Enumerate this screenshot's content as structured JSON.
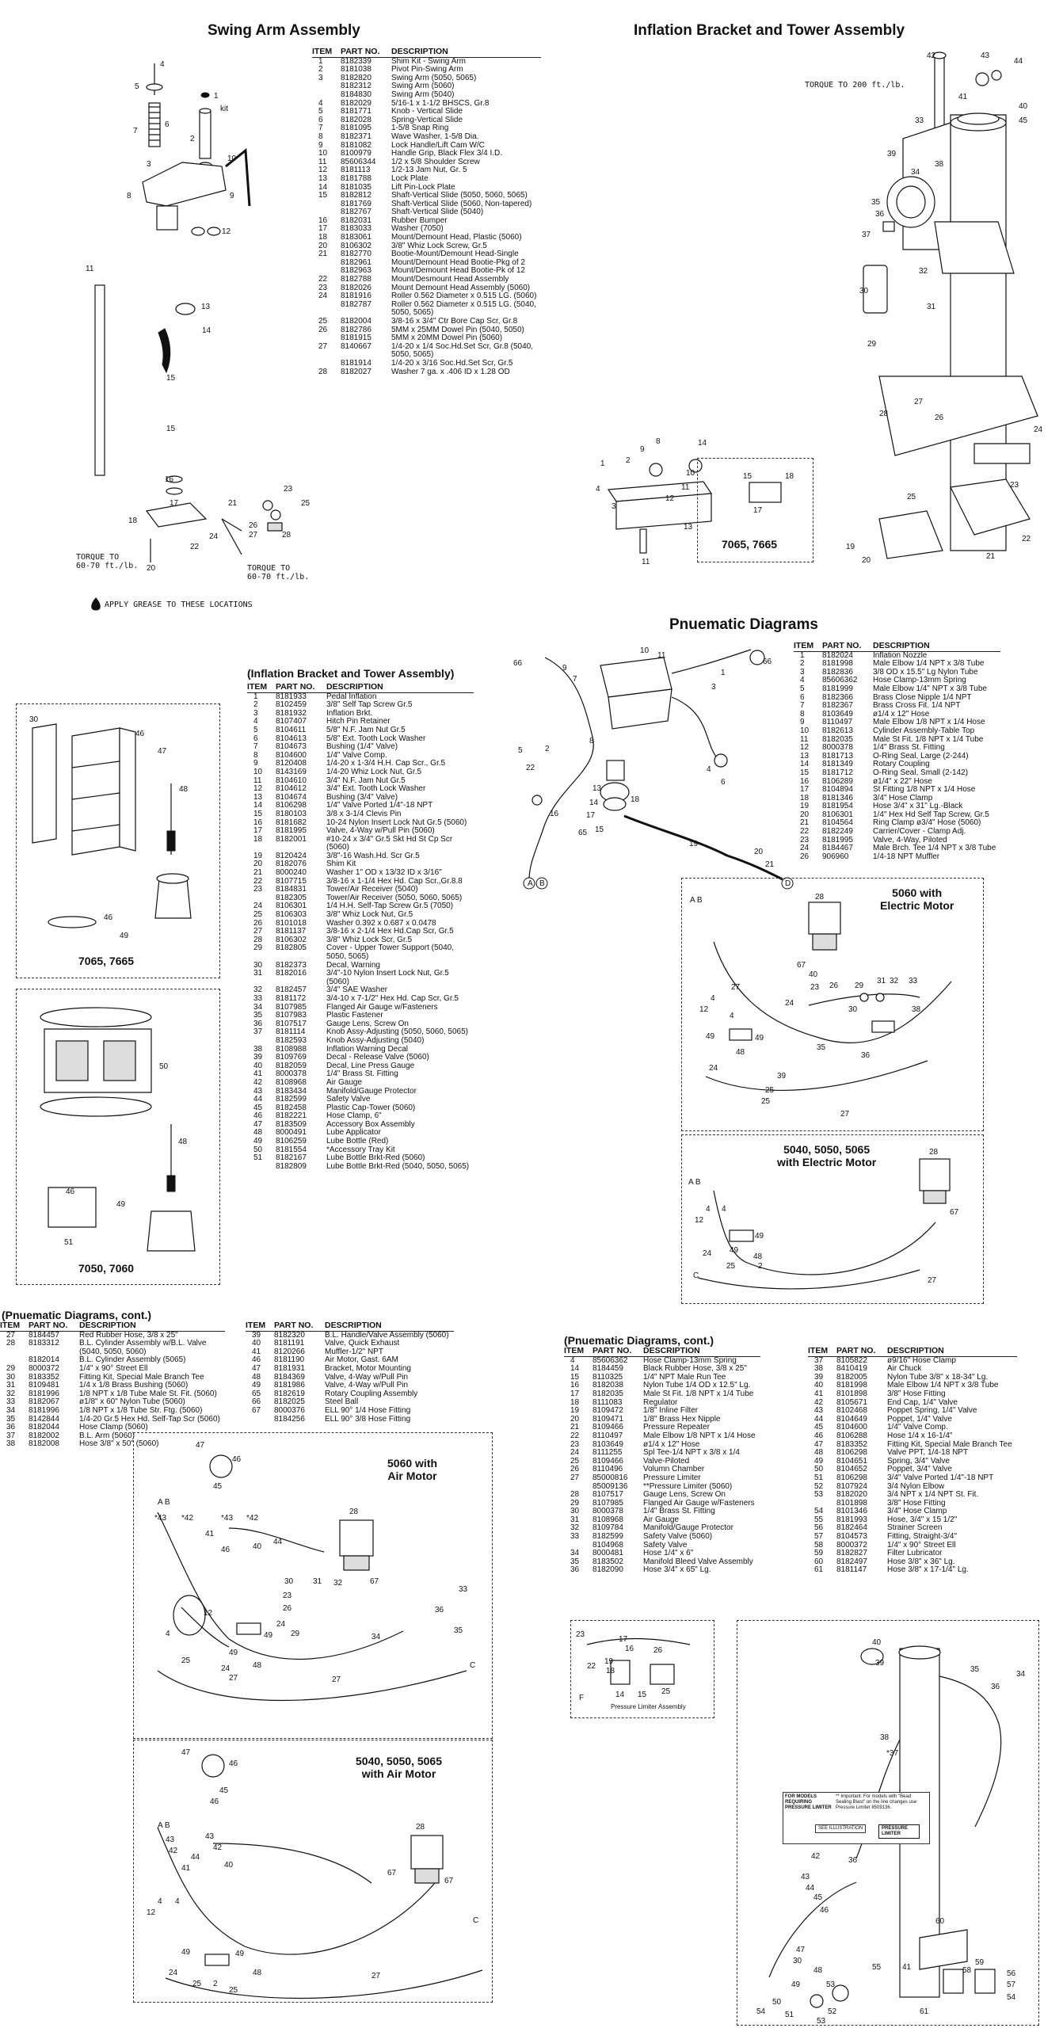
{
  "titles": {
    "swing_arm": "Swing Arm Assembly",
    "inflation_tower": "Inflation Bracket and Tower Assembly",
    "pneumatic": "Pnuematic Diagrams",
    "inflation_table_title": "(Inflation Bracket and Tower Assembly)",
    "pneu_cont_left": "(Pnuematic Diagrams, cont.)",
    "pneu_cont_right": "(Pnuematic Diagrams, cont.)"
  },
  "headers": {
    "item": "ITEM",
    "part": "PART NO.",
    "desc": "DESCRIPTION"
  },
  "notes": {
    "torque_tower": "TORQUE TO 200 ft./lb.",
    "torque_a": "TORQUE TO\n60-70 ft./lb.",
    "torque_b": "TORQUE TO\n60-70 ft./lb.",
    "grease": "APPLY GREASE TO THESE LOCATIONS",
    "kit": "kit",
    "pressure_limiter_assembly": "Pressure Limiter Assembly",
    "pl_note_head": "FOR MODELS REQUIRING PRESSURE LIMITER",
    "pl_note_body": "** Important: For models with \"Bead Sealing Blast\" on the line changes use Pressure Limiter 8509136.",
    "see_illustration": "SEE ILLUSTRATION",
    "pressure_limiter": "PRESSURE LIMITER"
  },
  "captions": {
    "c7065": "7065, 7665",
    "c7065b": "7065, 7665",
    "c7050": "7050, 7060",
    "c5060e": "5060 with\nElectric Motor",
    "c5040e": "5040, 5050, 5065\nwith Electric Motor",
    "c5060a": "5060 with\nAir Motor",
    "c5040a": "5040, 5050, 5065\nwith Air Motor"
  },
  "swing_arm_parts": [
    [
      "1",
      "8182339",
      "Shim Kit - Swing Arm"
    ],
    [
      "2",
      "8181038",
      "Pivot Pin-Swing Arm"
    ],
    [
      "3",
      "8182820",
      "Swing Arm (5050, 5065)"
    ],
    [
      "",
      "8182312",
      "Swing Arm (5060)"
    ],
    [
      "",
      "8184830",
      "Swing Arm (5040)"
    ],
    [
      "4",
      "8182029",
      "5/16-1 x 1-1/2 BHSCS, Gr.8"
    ],
    [
      "5",
      "8181771",
      "Knob - Vertical Slide"
    ],
    [
      "6",
      "8182028",
      "Spring-Vertical Slide"
    ],
    [
      "7",
      "8181095",
      "1-5/8 Snap Ring"
    ],
    [
      "8",
      "8182371",
      "Wave Washer, 1-5/8 Dia."
    ],
    [
      "9",
      "8181082",
      "Lock Handle/Lift Cam W/C"
    ],
    [
      "10",
      "8100979",
      "Handle Grip, Black Flex 3/4 I.D."
    ],
    [
      "11",
      "85606344",
      "1/2 x 5/8 Shoulder Screw"
    ],
    [
      "12",
      "8181113",
      "1/2-13 Jam Nut, Gr. 5"
    ],
    [
      "13",
      "8181788",
      "Lock Plate"
    ],
    [
      "14",
      "8181035",
      "Lift Pin-Lock Plate"
    ],
    [
      "15",
      "8182812",
      "Shaft-Vertical Slide (5050, 5060, 5065)"
    ],
    [
      "",
      "8181769",
      "Shaft-Vertical Slide (5060, Non-tapered)"
    ],
    [
      "",
      "8182767",
      "Shaft-Vertical Slide (5040)"
    ],
    [
      "16",
      "8182031",
      "Rubber Bumper"
    ],
    [
      "17",
      "8183033",
      "Washer (7050)"
    ],
    [
      "18",
      "8183061",
      "Mount/Demount Head, Plastic (5060)"
    ],
    [
      "20",
      "8106302",
      "3/8\" Whiz Lock Screw, Gr.5"
    ],
    [
      "21",
      "8182770",
      "Bootie-Mount/Demount Head-Single"
    ],
    [
      "",
      "8182961",
      "Mount/Demount Head Bootie-Pkg of 2"
    ],
    [
      "",
      "8182963",
      "Mount/Demount Head Bootie-Pk of 12"
    ],
    [
      "22",
      "8182788",
      "Mount/Desmount Head Assembly"
    ],
    [
      "23",
      "8182026",
      "Mount Demount Head Assembly (5060)"
    ],
    [
      "24",
      "8181916",
      "Roller 0.562 Diameter x 0.515 LG. (5060)"
    ],
    [
      "",
      "8182787",
      "Roller 0.562 Diameter x 0.515 LG. (5040,"
    ],
    [
      "",
      "",
      "5050, 5065)"
    ],
    [
      "25",
      "8182004",
      "3/8-16 x 3/4\" Ctr Bore Cap Scr, Gr.8"
    ],
    [
      "26",
      "8182786",
      "5MM x 25MM Dowel Pin (5040, 5050)"
    ],
    [
      "",
      "8181915",
      "5MM x 20MM Dowel Pin (5060)"
    ],
    [
      "27",
      "8140667",
      "1/4-20 x 1/4 Soc.Hd.Set Scr, Gr.8 (5040,"
    ],
    [
      "",
      "",
      "5050, 5065)"
    ],
    [
      "",
      "8181914",
      "1/4-20 x 3/16 Soc.Hd.Set Scr, Gr.5"
    ],
    [
      "28",
      "8182027",
      "Washer 7 ga. x .406 ID x 1.28 OD"
    ]
  ],
  "inflation_parts": [
    [
      "1",
      "8181933",
      "Pedal Inflation"
    ],
    [
      "2",
      "8102459",
      "3/8\" Self Tap Screw Gr.5"
    ],
    [
      "3",
      "8181932",
      "Inflation Brkt."
    ],
    [
      "4",
      "8107407",
      "Hitch Pin Retainer"
    ],
    [
      "5",
      "8104611",
      "5/8\" N.F. Jam Nut Gr.5"
    ],
    [
      "6",
      "8104613",
      "5/8\" Ext. Tooth Lock Washer"
    ],
    [
      "7",
      "8104673",
      "Bushing (1/4\" Valve)"
    ],
    [
      "8",
      "8104600",
      "1/4\" Valve Comp."
    ],
    [
      "9",
      "8120408",
      "1/4-20 x 1-3/4 H.H. Cap Scr., Gr.5"
    ],
    [
      "10",
      "8143169",
      "1/4-20 Whiz Lock Nut, Gr.5"
    ],
    [
      "11",
      "8104610",
      "3/4\" N.F. Jam Nut Gr.5"
    ],
    [
      "12",
      "8104612",
      "3/4\" Ext. Tooth Lock Washer"
    ],
    [
      "13",
      "8104674",
      "Bushing (3/4\" Valve)"
    ],
    [
      "14",
      "8106298",
      "1/4\" Valve Ported 1/4\"-18 NPT"
    ],
    [
      "15",
      "8180103",
      "3/8 x 3-1/4 Clevis Pin"
    ],
    [
      "16",
      "8181682",
      "10-24 Nylon Insert Lock Nut Gr.5 (5060)"
    ],
    [
      "17",
      "8181995",
      "Valve, 4-Way w/Pull Pin (5060)"
    ],
    [
      "18",
      "8182001",
      "#10-24 x 3/4\" Gr.5 Skt Hd St Cp Scr"
    ],
    [
      "",
      "",
      "(5060)"
    ],
    [
      "19",
      "8120424",
      "3/8\"-16 Wash.Hd. Scr Gr.5"
    ],
    [
      "20",
      "8182076",
      "Shim Kit"
    ],
    [
      "21",
      "8000240",
      "Washer 1\" OD x 13/32 ID x 3/16\""
    ],
    [
      "22",
      "8107715",
      "3/8-16 x 1-1/4 Hex Hd. Cap Scr.,Gr.8.8"
    ],
    [
      "23",
      "8184831",
      "Tower/Air Receiver (5040)"
    ],
    [
      "",
      "8182305",
      "Tower/Air Receiver (5050, 5060, 5065)"
    ],
    [
      "24",
      "8106301",
      "1/4 H.H. Self-Tap Screw Gr.5 (7050)"
    ],
    [
      "25",
      "8106303",
      "3/8\" Whiz Lock Nut, Gr.5"
    ],
    [
      "26",
      "8101018",
      "Washer 0.392 x 0.687 x 0.0478"
    ],
    [
      "27",
      "8181137",
      "3/8-16 x 2-1/4 Hex Hd.Cap Scr, Gr.5"
    ],
    [
      "28",
      "8106302",
      "3/8\" Whiz Lock Scr, Gr.5"
    ],
    [
      "29",
      "8182805",
      "Cover - Upper Tower Support (5040,"
    ],
    [
      "",
      "",
      "5050, 5065)"
    ],
    [
      "30",
      "8182373",
      "Decal, Warning"
    ],
    [
      "31",
      "8182016",
      "3/4\"-10 Nylon Insert Lock Nut, Gr.5"
    ],
    [
      "",
      "",
      "(5060)"
    ],
    [
      "32",
      "8182457",
      "3/4\" SAE Washer"
    ],
    [
      "33",
      "8181172",
      "3/4-10 x 7-1/2\" Hex Hd. Cap Scr, Gr.5"
    ],
    [
      "34",
      "8107985",
      "Flanged Air Gauge w/Fasteners"
    ],
    [
      "35",
      "8107983",
      "Plastic Fastener"
    ],
    [
      "36",
      "8107517",
      "Gauge Lens, Screw On"
    ],
    [
      "37",
      "8181114",
      "Knob Assy-Adjusting (5050, 5060, 5065)"
    ],
    [
      "",
      "8182593",
      "Knob Assy-Adjusting (5040)"
    ],
    [
      "38",
      "8108988",
      "Inflation Warning Decal"
    ],
    [
      "39",
      "8109769",
      "Decal - Release Valve (5060)"
    ],
    [
      "40",
      "8182059",
      "Decal, Line Press Gauge"
    ],
    [
      "41",
      "8000378",
      "1/4\" Brass St. Fitting"
    ],
    [
      "42",
      "8108968",
      "Air Gauge"
    ],
    [
      "43",
      "8183434",
      "Manifold/Gauge Protector"
    ],
    [
      "44",
      "8182599",
      "Safety Valve"
    ],
    [
      "45",
      "8182458",
      "Plastic Cap-Tower (5060)"
    ],
    [
      "46",
      "8182221",
      "Hose Clamp, 6\""
    ],
    [
      "47",
      "8183509",
      "Accessory Box Assembly"
    ],
    [
      "48",
      "8000491",
      "Lube Applicator"
    ],
    [
      "49",
      "8106259",
      "Lube Bottle (Red)"
    ],
    [
      "50",
      "8181554",
      "*Accessory Tray Kit"
    ],
    [
      "51",
      "8182167",
      "Lube Bottle Brkt-Red (5060)"
    ],
    [
      "",
      "8182809",
      "Lube Bottle Brkt-Red (5040, 5050, 5065)"
    ]
  ],
  "pneumatic_parts": [
    [
      "1",
      "8182024",
      "Inflation Nozzle"
    ],
    [
      "2",
      "8181998",
      "Male Elbow 1/4 NPT x 3/8 Tube"
    ],
    [
      "3",
      "8182836",
      "3/8 OD x 15.5\" Lg Nylon Tube"
    ],
    [
      "4",
      "85606362",
      "Hose Clamp-13mm Spring"
    ],
    [
      "5",
      "8181999",
      "Male Elbow 1/4\" NPT x 3/8 Tube"
    ],
    [
      "6",
      "8182366",
      "Brass Close Nipple 1/4 NPT"
    ],
    [
      "7",
      "8182367",
      "Brass Cross Fit. 1/4 NPT"
    ],
    [
      "8",
      "8103649",
      "ø1/4 x 12\" Hose"
    ],
    [
      "9",
      "8110497",
      "Male Elbow 1/8 NPT x 1/4 Hose"
    ],
    [
      "10",
      "8182613",
      "Cylinder Assembly-Table Top"
    ],
    [
      "11",
      "8182035",
      "Male St Fit. 1/8 NPT x 1/4 Tube"
    ],
    [
      "12",
      "8000378",
      "1/4\" Brass St. Fitting"
    ],
    [
      "13",
      "8181713",
      "O-Ring Seal, Large (2-244)"
    ],
    [
      "14",
      "8181349",
      "Rotary Coupling"
    ],
    [
      "15",
      "8181712",
      "O-Ring Seal, Small (2-142)"
    ],
    [
      "16",
      "8106289",
      "ø1/4\" x 22\" Hose"
    ],
    [
      "17",
      "8104894",
      "St Fitting 1/8 NPT x 1/4 Hose"
    ],
    [
      "18",
      "8181346",
      "3/4\" Hose Clamp"
    ],
    [
      "19",
      "8181954",
      "Hose 3/4\" x 31\" Lg.-Black"
    ],
    [
      "20",
      "8106301",
      "1/4\" Hex Hd Self Tap Screw, Gr.5"
    ],
    [
      "21",
      "8104564",
      "Ring Clamp ø3/4\" Hose (5060)"
    ],
    [
      "22",
      "8182249",
      "Carrier/Cover - Clamp Adj."
    ],
    [
      "23",
      "8181995",
      "Valve, 4-Way, Piloted"
    ],
    [
      "24",
      "8184467",
      "Male Brch. Tee 1/4 NPT x 3/8 Tube"
    ],
    [
      "26",
      "906960",
      "1/4-18 NPT Muffler"
    ]
  ],
  "pneu_cont_left_a": [
    [
      "27",
      "8184457",
      "Red Rubber Hose, 3/8 x 25\""
    ],
    [
      "28",
      "8183312",
      "B.L. Cylinder Assembly w/B.L. Valve"
    ],
    [
      "",
      "",
      "(5040, 5050, 5060)"
    ],
    [
      "",
      "8182014",
      "B.L. Cylinder Assembly (5065)"
    ],
    [
      "29",
      "8000372",
      "1/4\" x 90° Street Ell"
    ],
    [
      "30",
      "8183352",
      "Fitting Kit, Special Male Branch Tee"
    ],
    [
      "31",
      "8109481",
      "1/4 x 1/8 Brass Bushing (5060)"
    ],
    [
      "32",
      "8181996",
      "1/8 NPT x 1/8 Tube Male St. Fit. (5060)"
    ],
    [
      "33",
      "8182067",
      "ø1/8\" x 60\" Nylon Tube (5060)"
    ],
    [
      "34",
      "8181996",
      "1/8 NPT x 1/8 Tube Str. Ftg. (5060)"
    ],
    [
      "35",
      "8142844",
      "1/4-20 Gr.5 Hex Hd. Self-Tap Scr (5060)"
    ],
    [
      "36",
      "8182044",
      "Hose Clamp (5060)"
    ],
    [
      "37",
      "8182002",
      "B.L. Arm (5060)"
    ],
    [
      "38",
      "8182008",
      "Hose 3/8\" x 50\" (5060)"
    ]
  ],
  "pneu_cont_left_b": [
    [
      "39",
      "8182320",
      "B.L. Handle/Valve Assembly (5060)"
    ],
    [
      "40",
      "8181191",
      "Valve, Quick Exhaust"
    ],
    [
      "41",
      "8120266",
      "Muffler-1/2\" NPT"
    ],
    [
      "46",
      "8181190",
      "Air Motor, Gast. 6AM"
    ],
    [
      "47",
      "8181931",
      "Bracket, Motor Mounting"
    ],
    [
      "48",
      "8184369",
      "Valve, 4-Way w/Pull Pin"
    ],
    [
      "49",
      "8181986",
      "Valve, 4-Way w/Pull Pin"
    ],
    [
      "65",
      "8182619",
      "Rotary Coupling Assembly"
    ],
    [
      "66",
      "8182025",
      "Steel Ball"
    ],
    [
      "67",
      "8000376",
      "ELL 90° 1/4 Hose Fitting"
    ],
    [
      "",
      "8184256",
      "ELL 90° 3/8 Hose Fitting"
    ]
  ],
  "pneu_cont_right_a": [
    [
      "4",
      "85606362",
      "Hose Clamp-13mm Spring"
    ],
    [
      "14",
      "8184459",
      "Black Rubber Hose, 3/8 x 25\""
    ],
    [
      "15",
      "8110325",
      "1/4\" NPT Male Run Tee"
    ],
    [
      "16",
      "8182038",
      "Nylon Tube 1/4 OD x 12.5\" Lg."
    ],
    [
      "17",
      "8182035",
      "Male St Fit. 1/8 NPT x 1/4 Tube"
    ],
    [
      "18",
      "8111083",
      "Regulator"
    ],
    [
      "19",
      "8109472",
      "1/8\" Inline Filter"
    ],
    [
      "20",
      "8109471",
      "1/8\" Brass Hex Nipple"
    ],
    [
      "21",
      "8109466",
      "Pressure Repeater"
    ],
    [
      "22",
      "8110497",
      "Male Elbow 1/8 NPT x 1/4 Hose"
    ],
    [
      "23",
      "8103649",
      "ø1/4 x 12\" Hose"
    ],
    [
      "24",
      "8111255",
      "Spl Tee-1/4 NPT x 3/8 x 1/4"
    ],
    [
      "25",
      "8109466",
      "Valve-Piloted"
    ],
    [
      "26",
      "8110496",
      "Volumn Chamber"
    ],
    [
      "27",
      "85000816",
      "Pressure Limiter"
    ],
    [
      "",
      "85009136",
      "**Pressure Limiter (5060)"
    ],
    [
      "28",
      "8107517",
      "Gauge Lens, Screw On"
    ],
    [
      "29",
      "8107985",
      "Flanged Air Gauge w/Fasteners"
    ],
    [
      "30",
      "8000378",
      "1/4\" Brass St. Fitting"
    ],
    [
      "31",
      "8108968",
      "Air Gauge"
    ],
    [
      "32",
      "8109784",
      "Manifold/Gauge Protector"
    ],
    [
      "33",
      "8182599",
      "Safety Valve (5060)"
    ],
    [
      "",
      "8104968",
      "Safety Valve"
    ],
    [
      "34",
      "8000481",
      "Hose 1/4\" x 6\""
    ],
    [
      "35",
      "8183502",
      "Manifold Bleed Valve Assembly"
    ],
    [
      "36",
      "8182090",
      "Hose 3/4\" x 65\" Lg."
    ]
  ],
  "pneu_cont_right_b": [
    [
      "37",
      "8105822",
      "ø9/16\" Hose Clamp"
    ],
    [
      "38",
      "8410419",
      "Air Chuck"
    ],
    [
      "39",
      "8182005",
      "Nylon Tube 3/8\" x 18-34\" Lg."
    ],
    [
      "40",
      "8181998",
      "Male Elbow 1/4 NPT x 3/8 Tube"
    ],
    [
      "41",
      "8101898",
      "3/8\" Hose Fitting"
    ],
    [
      "42",
      "8105671",
      "End Cap, 1/4\" Valve"
    ],
    [
      "43",
      "8102468",
      "Poppet Spring, 1/4\" Valve"
    ],
    [
      "44",
      "8104649",
      "Poppet, 1/4\" Valve"
    ],
    [
      "45",
      "8104600",
      "1/4\" Valve Comp."
    ],
    [
      "46",
      "8106288",
      "Hose 1/4 x 16-1/4\""
    ],
    [
      "47",
      "8183352",
      "Fitting Kit, Special Male Branch Tee"
    ],
    [
      "48",
      "8106298",
      "Valve PPT, 1/4-18 NPT"
    ],
    [
      "49",
      "8104651",
      "Spring, 3/4\" Valve"
    ],
    [
      "50",
      "8104652",
      "Poppet, 3/4\" Valve"
    ],
    [
      "51",
      "8106298",
      "3/4\" Valve Ported 1/4\"-18 NPT"
    ],
    [
      "52",
      "8107924",
      "3/4 Nylon Elbow"
    ],
    [
      "53",
      "8182020",
      "3/4 NPT x 1/4 NPT St. Fit."
    ],
    [
      "",
      "8101898",
      "3/8\" Hose Fitting"
    ],
    [
      "54",
      "8101346",
      "3/4\" Hose Clamp"
    ],
    [
      "55",
      "8181993",
      "Hose, 3/4\" x 15 1/2\""
    ],
    [
      "56",
      "8182464",
      "Strainer Screen"
    ],
    [
      "57",
      "8104573",
      "Fitting, Straight-3/4\""
    ],
    [
      "58",
      "8000372",
      "1/4\" x 90° Street Ell"
    ],
    [
      "59",
      "8182827",
      "Filter Lubricator"
    ],
    [
      "60",
      "8182497",
      "Hose 3/8\" x 36\" Lg."
    ],
    [
      "61",
      "8181147",
      "Hose 3/8\" x 17-1/4\" Lg."
    ]
  ]
}
